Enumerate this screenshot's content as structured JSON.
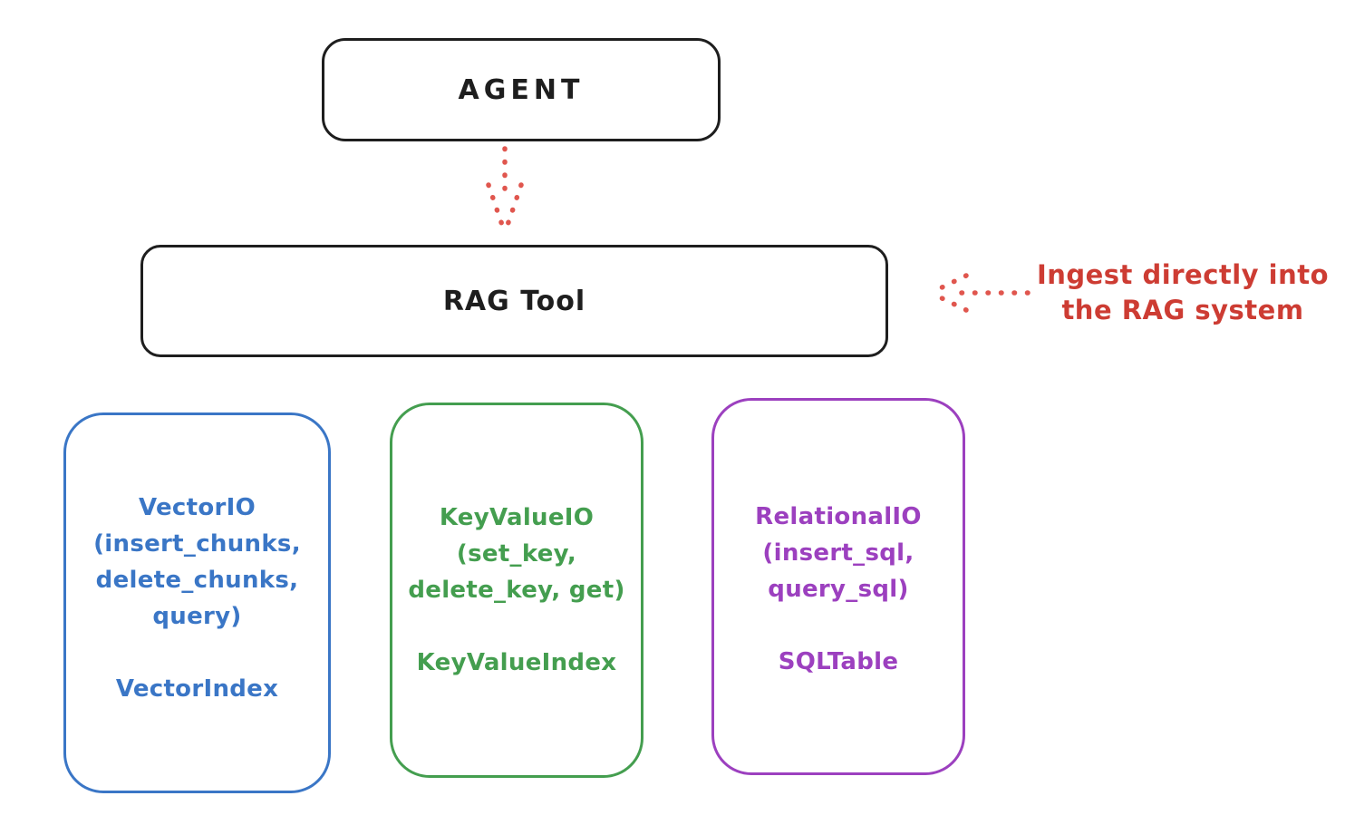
{
  "canvas": {
    "background": "#ffffff",
    "stroke_black": "#1e1e1e"
  },
  "agent": {
    "label": "AGENT"
  },
  "rag_tool": {
    "label": "RAG Tool"
  },
  "arrows": {
    "color": "#e0564e",
    "agent_to_rag": "dotted-down-arrow",
    "annotation_to_rag": "dotted-left-arrow"
  },
  "annotation": {
    "color": "#cd3c33",
    "line1": "Ingest directly into",
    "line2": "the RAG system"
  },
  "backends": [
    {
      "name": "vector-io",
      "color": "#3a76c6",
      "lines": [
        "VectorIO",
        "(insert_chunks,",
        "delete_chunks,",
        "query)"
      ],
      "index": "VectorIndex"
    },
    {
      "name": "keyvalue-io",
      "color": "#449e4f",
      "lines": [
        "KeyValueIO",
        "(set_key,",
        "delete_key, get)"
      ],
      "index": "KeyValueIndex"
    },
    {
      "name": "relational-io",
      "color": "#9c40bf",
      "lines": [
        "RelationalIO",
        "(insert_sql,",
        "query_sql)"
      ],
      "index": "SQLTable"
    }
  ]
}
